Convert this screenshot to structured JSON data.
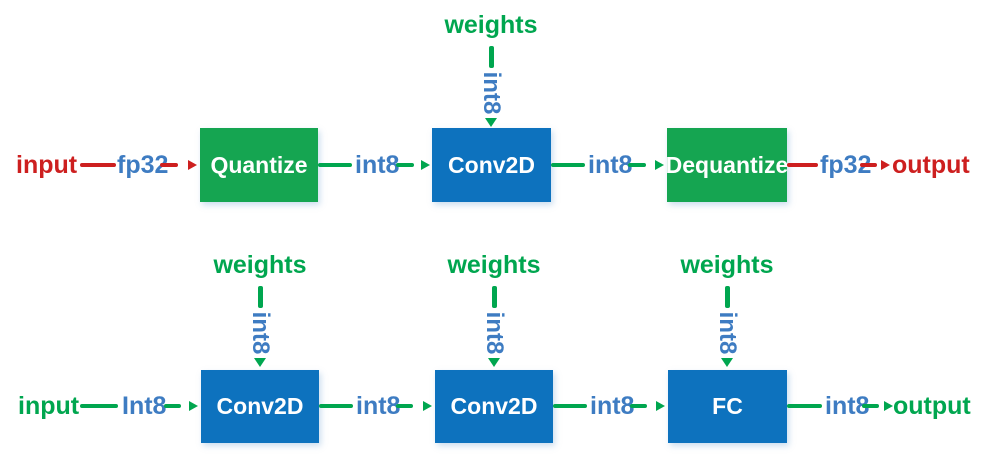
{
  "colors": {
    "green": "#00a64f",
    "green_node_fill": "#15a551",
    "blue_node_fill": "#0d72be",
    "blue_type_text": "#3e7cc2",
    "red": "#cd1f1f",
    "node_text": "#ffffff"
  },
  "row1": {
    "input_label": "input",
    "input_type": "fp32",
    "nodes": {
      "quantize": "Quantize",
      "conv2d": "Conv2D",
      "dequantize": "Dequantize"
    },
    "edge_quantize_conv": "int8",
    "edge_conv_dequantize": "int8",
    "output_type": "fp32",
    "output_label": "output",
    "weights": {
      "label": "weights",
      "type": "int8"
    }
  },
  "row2": {
    "input_label": "input",
    "input_type": "Int8",
    "nodes": {
      "conv2d_1": "Conv2D",
      "conv2d_2": "Conv2D",
      "fc": "FC"
    },
    "edge_conv1_conv2": "int8",
    "edge_conv2_fc": "int8",
    "output_type": "int8",
    "output_label": "output",
    "weights1": {
      "label": "weights",
      "type": "int8"
    },
    "weights2": {
      "label": "weights",
      "type": "int8"
    },
    "weights3": {
      "label": "weights",
      "type": "int8"
    }
  }
}
